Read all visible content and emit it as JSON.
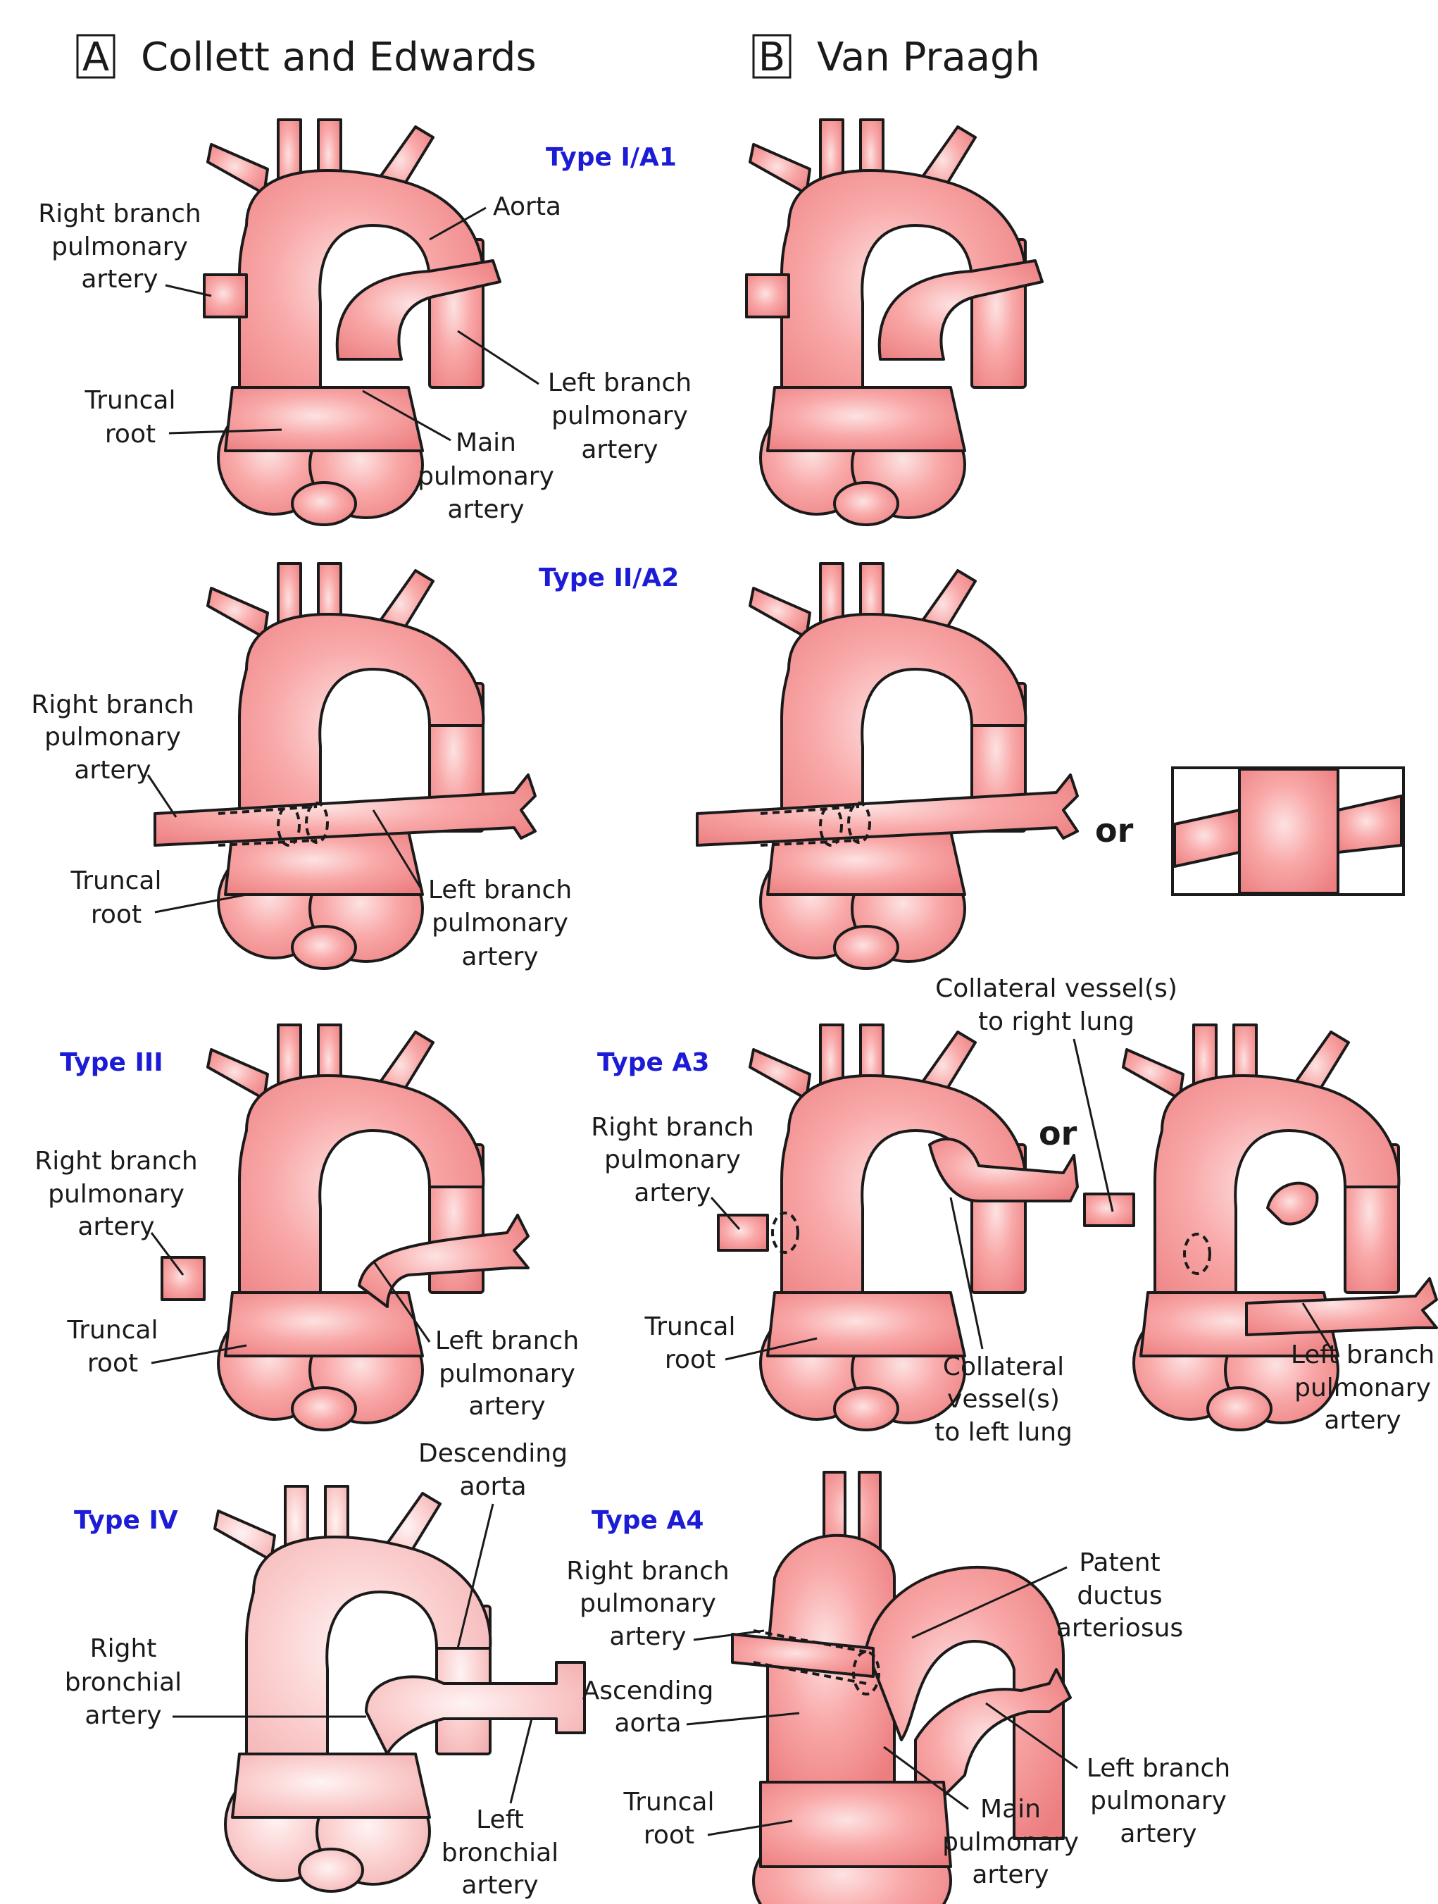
{
  "headers": {
    "a_letter": "A",
    "a_title": "Collett and Edwards",
    "b_letter": "B",
    "b_title": "Van Praagh"
  },
  "types": {
    "t1": "Type I/A1",
    "t2": "Type II/A2",
    "t3": "Type III",
    "ta3": "Type A3",
    "t4": "Type IV",
    "ta4": "Type A4"
  },
  "connector": "or",
  "labels": {
    "p1": {
      "rbpa": [
        "Right branch",
        "pulmonary",
        "artery"
      ],
      "aorta": [
        "Aorta"
      ],
      "truncal_root": [
        "Truncal",
        "root"
      ],
      "main_pa": [
        "Main",
        "pulmonary",
        "artery"
      ],
      "lbpa": [
        "Left branch",
        "pulmonary",
        "artery"
      ]
    },
    "p2": {
      "rbpa": [
        "Right branch",
        "pulmonary",
        "artery"
      ],
      "truncal_root": [
        "Truncal",
        "root"
      ],
      "lbpa": [
        "Left branch",
        "pulmonary",
        "artery"
      ]
    },
    "p3": {
      "rbpa": [
        "Right branch",
        "pulmonary",
        "artery"
      ],
      "truncal_root": [
        "Truncal",
        "root"
      ],
      "lbpa": [
        "Left branch",
        "pulmonary",
        "artery"
      ]
    },
    "pa3": {
      "rbpa": [
        "Right branch",
        "pulmonary",
        "artery"
      ],
      "truncal_root": [
        "Truncal",
        "root"
      ],
      "coll_left": [
        "Collateral",
        "vessel(s)",
        "to left lung"
      ],
      "coll_right": [
        "Collateral vessel(s)",
        "to right lung"
      ],
      "lbpa": [
        "Left branch",
        "pulmonary",
        "artery"
      ]
    },
    "p4": {
      "desc_aorta": [
        "Descending",
        "aorta"
      ],
      "right_bronchial": [
        "Right",
        "bronchial",
        "artery"
      ],
      "left_bronchial": [
        "Left",
        "bronchial",
        "artery"
      ]
    },
    "pa4": {
      "rbpa": [
        "Right branch",
        "pulmonary",
        "artery"
      ],
      "asc_aorta": [
        "Ascending",
        "aorta"
      ],
      "truncal_root": [
        "Truncal",
        "root"
      ],
      "pda": [
        "Patent",
        "ductus",
        "arteriosus"
      ],
      "lbpa": [
        "Left branch",
        "pulmonary",
        "artery"
      ],
      "main_pa": [
        "Main",
        "pulmonary",
        "artery"
      ]
    }
  }
}
